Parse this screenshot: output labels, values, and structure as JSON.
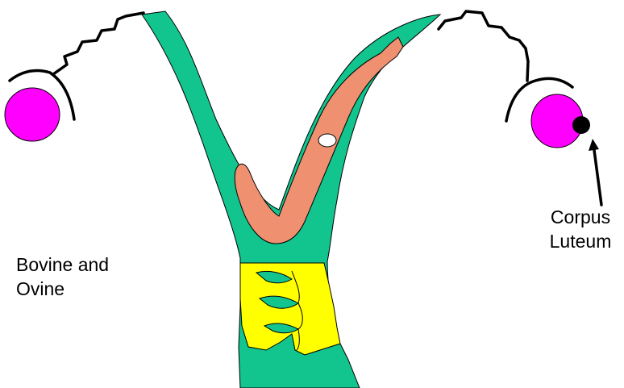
{
  "labels": {
    "species": {
      "line1": "Bovine and",
      "line2": "Ovine"
    },
    "corpus_luteum": {
      "line1": "Corpus",
      "line2": "Luteum"
    }
  },
  "colors": {
    "uterus_wall": "#12c58f",
    "endometrium_lumen": "#ef9070",
    "cervix": "#ffff00",
    "ovary": "#ff00ff",
    "corpus_luteum": "#000000",
    "embryo": "#ffffff",
    "outline": "#000000"
  }
}
